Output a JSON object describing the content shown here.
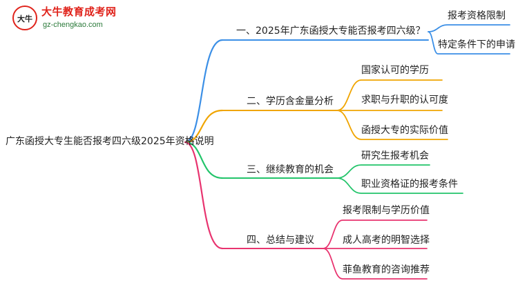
{
  "logo": {
    "glyph": "大牛",
    "title": "大牛教育成考网",
    "url": "gz-chengkao.com"
  },
  "mindmap": {
    "root": "广东函授大专生能否报考四六级2025年资格说明",
    "branches": [
      {
        "label": "一、2025年广东函授大专能否报考四六级？",
        "color": "#3b8fe6",
        "children": [
          "报考资格限制",
          "特定条件下的申请"
        ]
      },
      {
        "label": "二、学历含金量分析",
        "color": "#f0a500",
        "children": [
          "国家认可的学历",
          "求职与升职的认可度",
          "函授大专的实际价值"
        ]
      },
      {
        "label": "三、继续教育的机会",
        "color": "#22c46a",
        "children": [
          "研究生报考机会",
          "职业资格证的报考条件"
        ]
      },
      {
        "label": "四、总结与建议",
        "color": "#e8336f",
        "children": [
          "报考限制与学历价值",
          "成人高考的明智选择",
          "菲鱼教育的咨询推荐"
        ]
      }
    ]
  }
}
